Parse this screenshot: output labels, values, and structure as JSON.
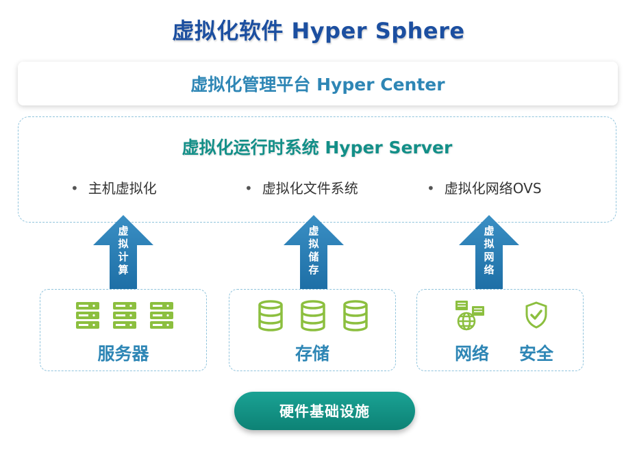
{
  "title": "虚拟化软件 Hyper Sphere",
  "center": {
    "title": "虚拟化管理平台 Hyper Center"
  },
  "server": {
    "title": "虚拟化运行时系统 Hyper Server",
    "features": [
      "主机虚拟化",
      "虚拟化文件系统",
      "虚拟化网络OVS"
    ]
  },
  "arrows": [
    "虚拟计算",
    "虚拟储存",
    "虚拟网络"
  ],
  "resources": {
    "servers": "服务器",
    "storage": "存储",
    "network": "网络",
    "security": "安全"
  },
  "foundation": "硬件基础设施",
  "colors": {
    "title": "#1c4fa0",
    "accent_blue": "#2e86b5",
    "accent_teal": "#138f88",
    "icon_green": "#8cbf3f",
    "dashed": "#8fc3dc"
  },
  "icons": [
    "server-icon",
    "database-icon",
    "network-icon",
    "shield-check-icon"
  ]
}
